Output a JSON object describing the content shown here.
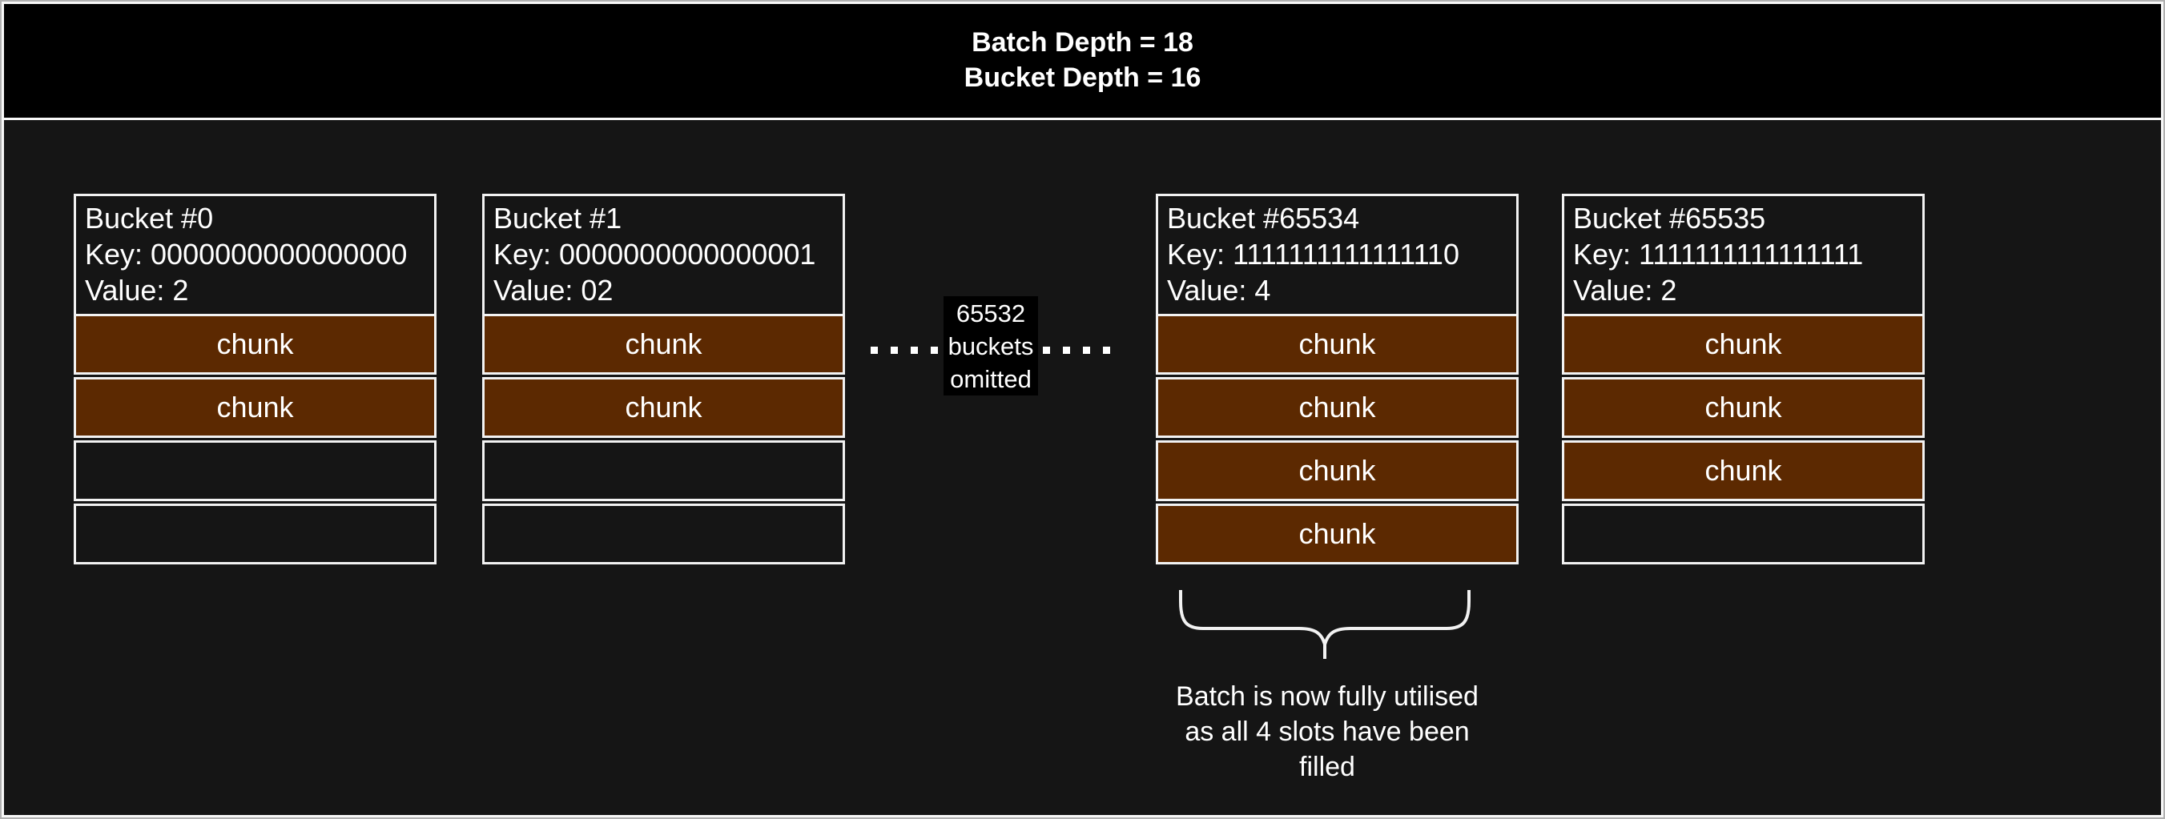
{
  "header": {
    "line1": "Batch Depth = 18",
    "line2": "Bucket Depth = 16"
  },
  "labels": {
    "chunk": "chunk"
  },
  "buckets": [
    {
      "title": "Bucket #0",
      "key": "Key: 0000000000000000",
      "value": "Value: 2",
      "slots": [
        true,
        true,
        false,
        false
      ]
    },
    {
      "title": "Bucket #1",
      "key": "Key: 0000000000000001",
      "value": "Value: 02",
      "slots": [
        true,
        true,
        false,
        false
      ]
    },
    {
      "title": "Bucket #65534",
      "key": "Key: 1111111111111110",
      "value": "Value: 4",
      "slots": [
        true,
        true,
        true,
        true
      ]
    },
    {
      "title": "Bucket #65535",
      "key": "Key: 1111111111111111",
      "value": "Value: 2",
      "slots": [
        true,
        true,
        true,
        false
      ]
    }
  ],
  "omitted": {
    "lines": [
      "65532",
      "buckets",
      "omitted"
    ],
    "dots_per_side": 4
  },
  "annotation": {
    "lines": [
      "Batch is now fully utilised",
      "as all 4 slots have been",
      "filled"
    ]
  },
  "colors": {
    "canvas_background": "#151515",
    "header_background": "#000000",
    "chunk_fill": "#5c2901",
    "border_white": "#f2f2f2",
    "frame_gray": "#b0b0b0",
    "omitted_background": "#000000",
    "text": "#ffffff"
  }
}
